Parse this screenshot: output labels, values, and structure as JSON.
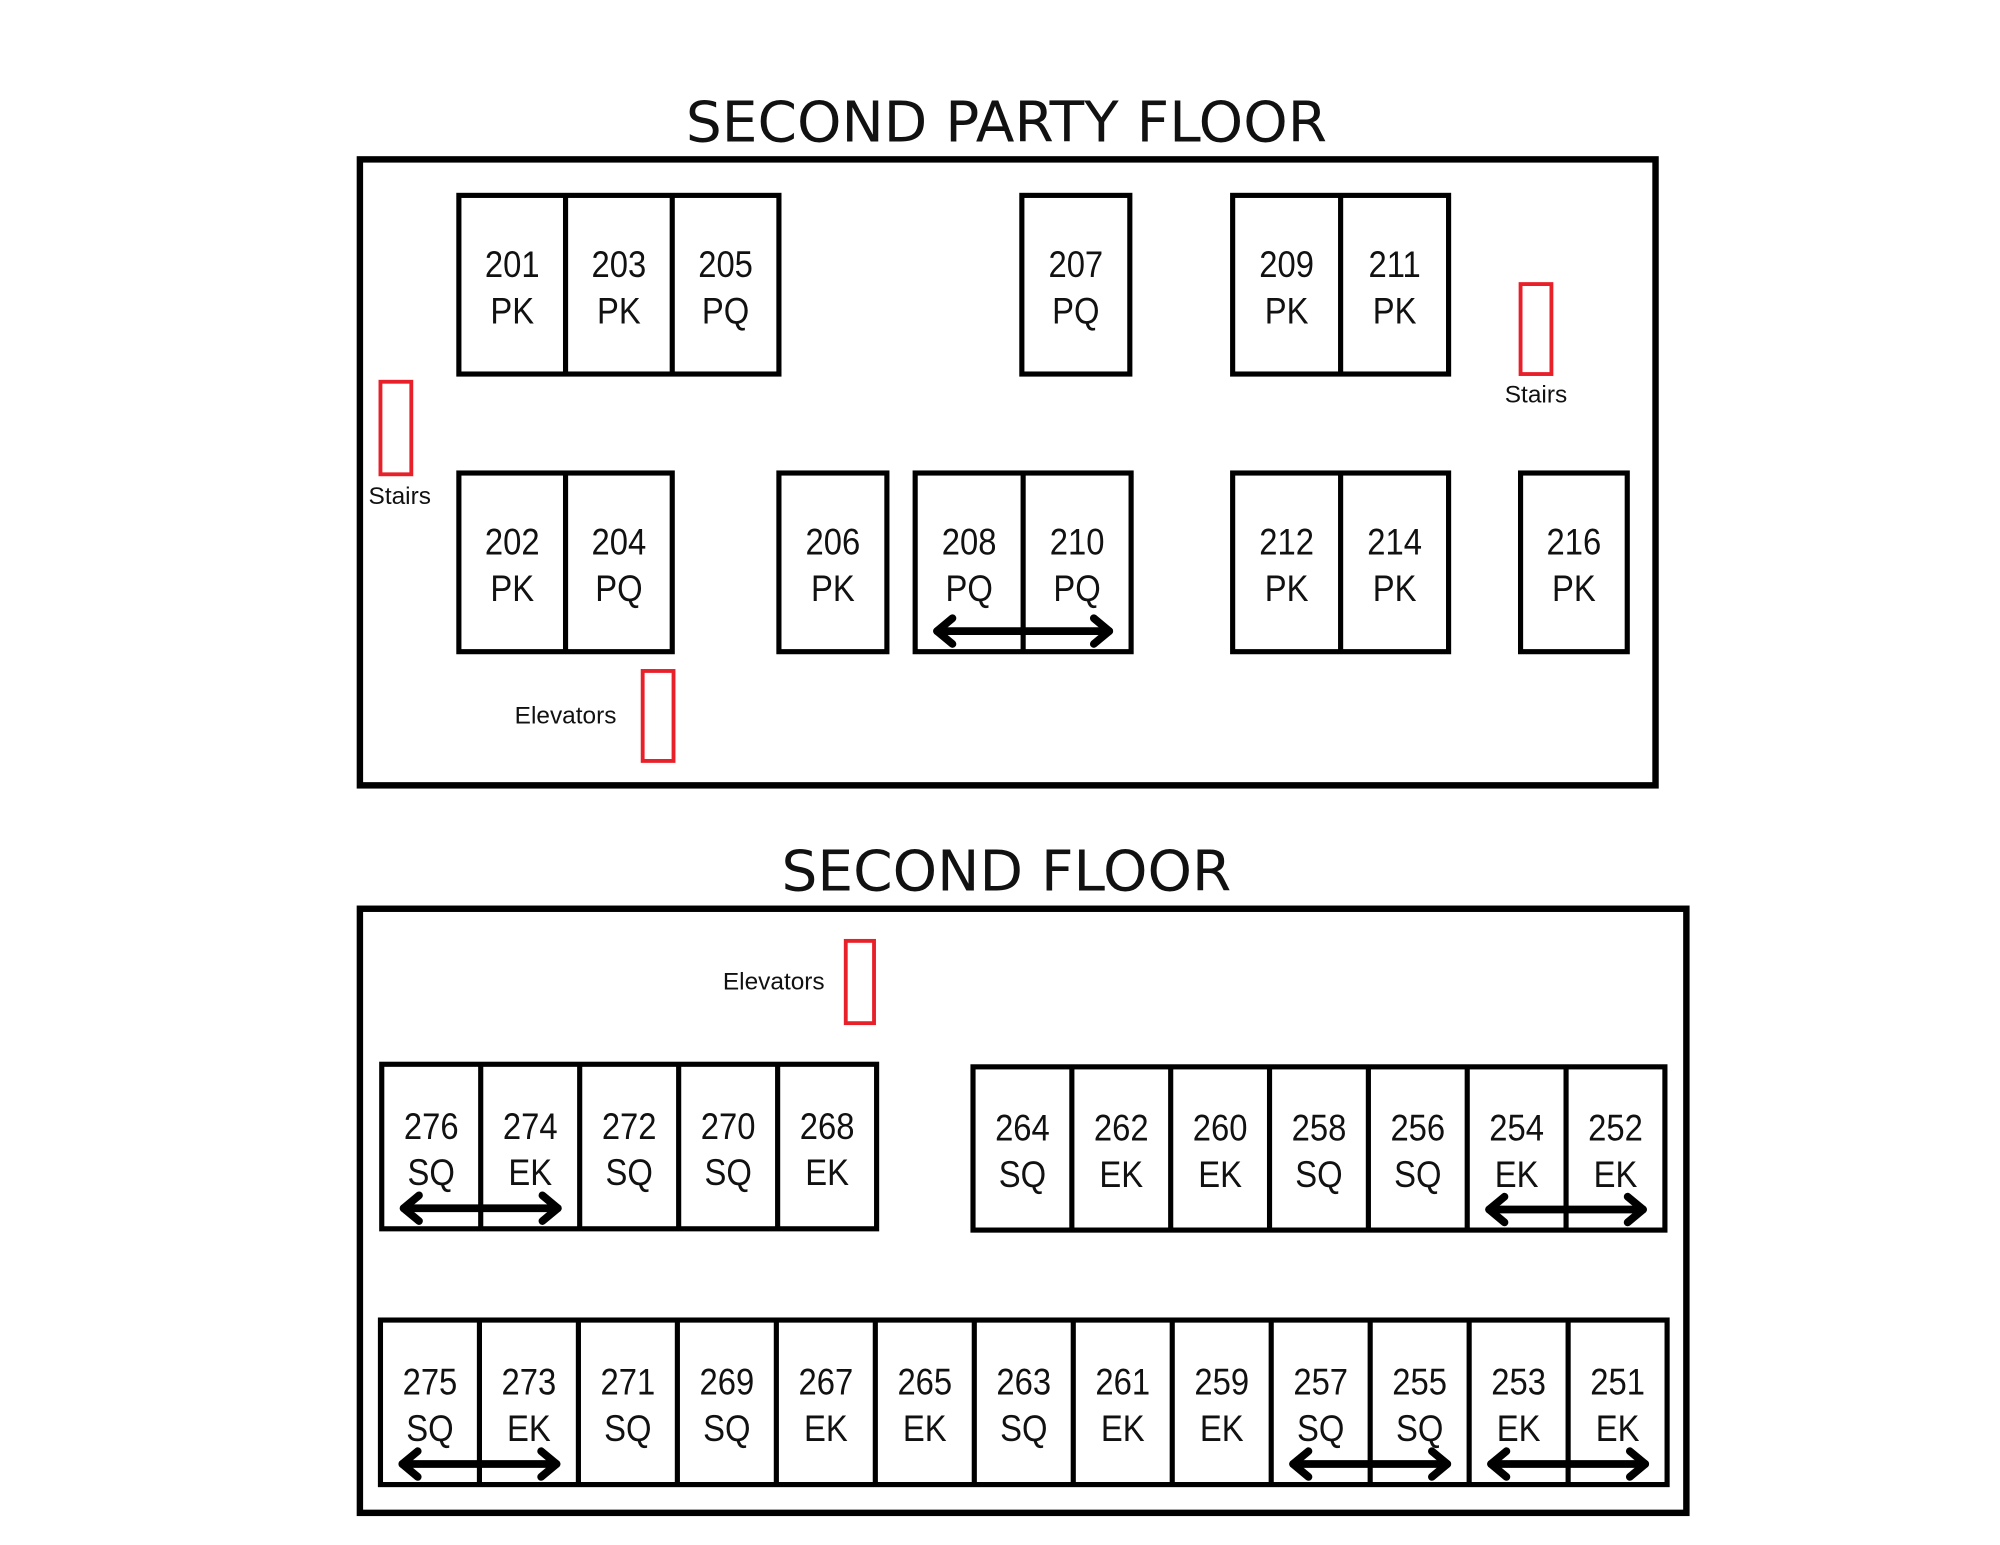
{
  "colors": {
    "walls": "#000000",
    "markers": "#e8202a"
  },
  "party_floor": {
    "title": "SECOND PARTY FLOOR",
    "stairs_label": "Stairs",
    "elevators_label": "Elevators",
    "groups": [
      {
        "rooms": [
          {
            "number": "201",
            "type": "PK"
          },
          {
            "number": "203",
            "type": "PK"
          },
          {
            "number": "205",
            "type": "PQ"
          }
        ]
      },
      {
        "rooms": [
          {
            "number": "207",
            "type": "PQ"
          }
        ]
      },
      {
        "rooms": [
          {
            "number": "209",
            "type": "PK"
          },
          {
            "number": "211",
            "type": "PK"
          }
        ]
      },
      {
        "rooms": [
          {
            "number": "202",
            "type": "PK"
          },
          {
            "number": "204",
            "type": "PQ"
          }
        ]
      },
      {
        "rooms": [
          {
            "number": "206",
            "type": "PK"
          }
        ]
      },
      {
        "rooms": [
          {
            "number": "208",
            "type": "PQ"
          },
          {
            "number": "210",
            "type": "PQ"
          }
        ],
        "connected": [
          [
            0,
            1
          ]
        ]
      },
      {
        "rooms": [
          {
            "number": "212",
            "type": "PK"
          },
          {
            "number": "214",
            "type": "PK"
          }
        ]
      },
      {
        "rooms": [
          {
            "number": "216",
            "type": "PK"
          }
        ]
      }
    ]
  },
  "second_floor": {
    "title": "SECOND FLOOR",
    "elevators_label": "Elevators",
    "groups": [
      {
        "rooms": [
          {
            "number": "276",
            "type": "SQ"
          },
          {
            "number": "274",
            "type": "EK"
          },
          {
            "number": "272",
            "type": "SQ"
          },
          {
            "number": "270",
            "type": "SQ"
          },
          {
            "number": "268",
            "type": "EK"
          }
        ],
        "connected": [
          [
            0,
            1
          ]
        ]
      },
      {
        "rooms": [
          {
            "number": "264",
            "type": "SQ"
          },
          {
            "number": "262",
            "type": "EK"
          },
          {
            "number": "260",
            "type": "EK"
          },
          {
            "number": "258",
            "type": "SQ"
          },
          {
            "number": "256",
            "type": "SQ"
          },
          {
            "number": "254",
            "type": "EK"
          },
          {
            "number": "252",
            "type": "EK"
          }
        ],
        "connected": [
          [
            5,
            6
          ]
        ]
      },
      {
        "rooms": [
          {
            "number": "275",
            "type": "SQ"
          },
          {
            "number": "273",
            "type": "EK"
          },
          {
            "number": "271",
            "type": "SQ"
          },
          {
            "number": "269",
            "type": "SQ"
          },
          {
            "number": "267",
            "type": "EK"
          },
          {
            "number": "265",
            "type": "EK"
          },
          {
            "number": "263",
            "type": "SQ"
          },
          {
            "number": "261",
            "type": "EK"
          },
          {
            "number": "259",
            "type": "EK"
          },
          {
            "number": "257",
            "type": "SQ"
          },
          {
            "number": "255",
            "type": "SQ"
          },
          {
            "number": "253",
            "type": "EK"
          },
          {
            "number": "251",
            "type": "EK"
          }
        ],
        "connected": [
          [
            0,
            1
          ],
          [
            9,
            10
          ],
          [
            11,
            12
          ]
        ]
      }
    ]
  }
}
